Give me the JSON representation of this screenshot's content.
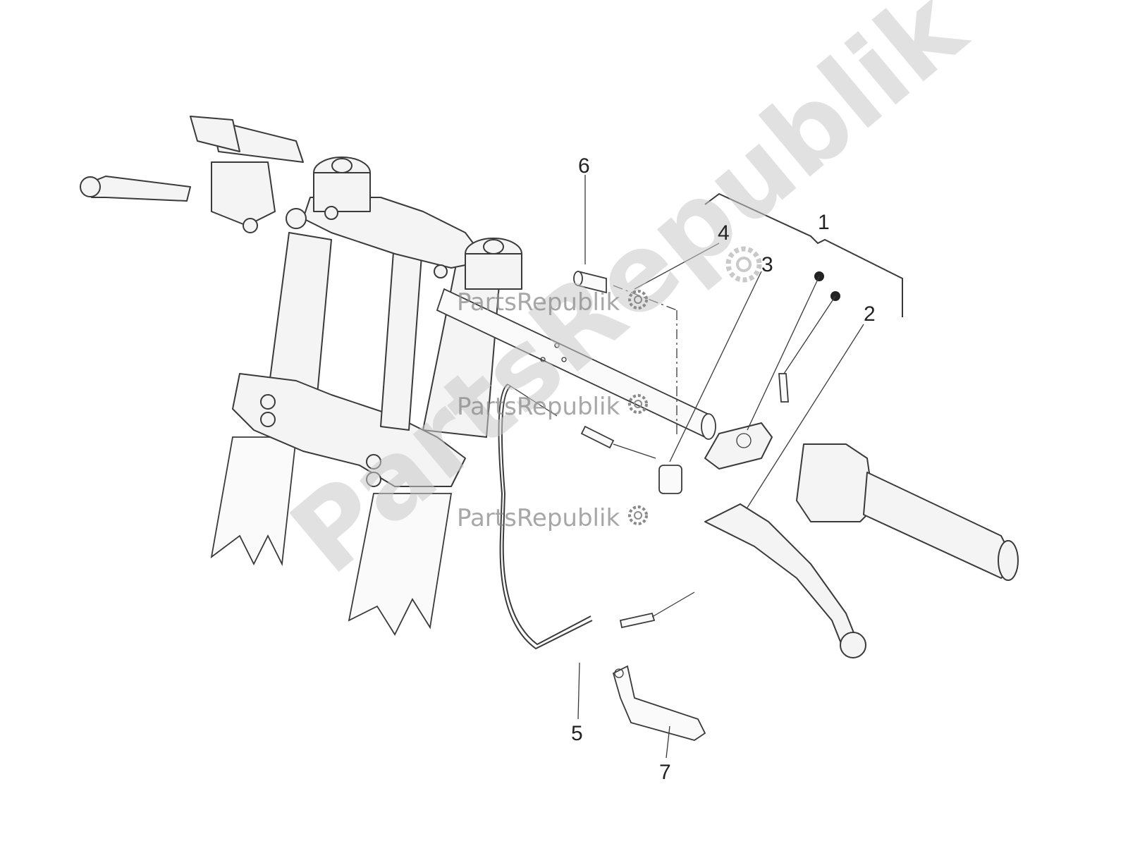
{
  "watermark": {
    "text": "PartsRepublik",
    "gear_icon": "gear-icon"
  },
  "callouts": [
    {
      "id": "1",
      "label": "1"
    },
    {
      "id": "2",
      "label": "2"
    },
    {
      "id": "3",
      "label": "3"
    },
    {
      "id": "4",
      "label": "4"
    },
    {
      "id": "5",
      "label": "5"
    },
    {
      "id": "6",
      "label": "6"
    },
    {
      "id": "7",
      "label": "7"
    }
  ],
  "colors": {
    "outline": "#3a3a3a",
    "watermark": "#8a8a8a"
  }
}
